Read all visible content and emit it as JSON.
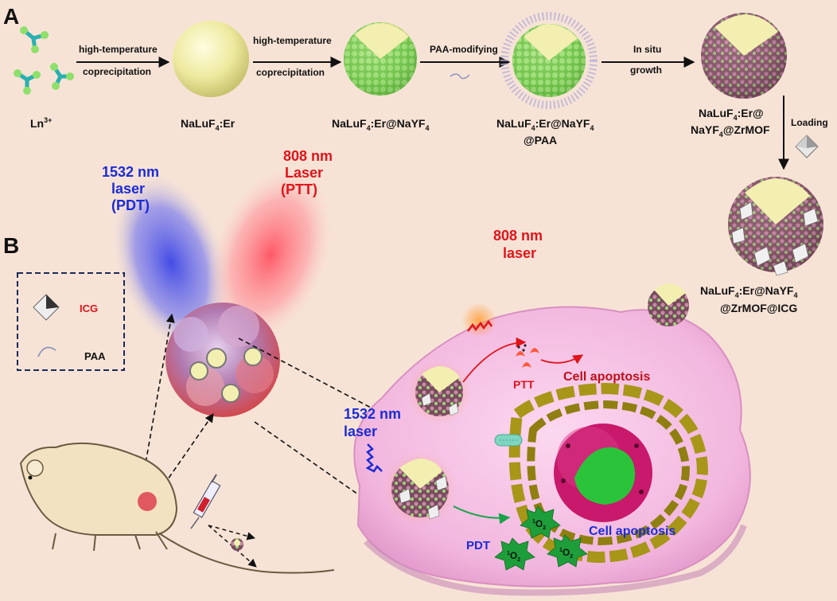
{
  "panel_a": {
    "label": "A",
    "ion_label": "Ln",
    "ion_sup": "3+",
    "step1_line1": "high-temperature",
    "step1_line2": "coprecipitation",
    "core_label": "NaLuF",
    "core_sub": "4",
    "core_suffix": ":Er",
    "step2_line1": "high-temperature",
    "step2_line2": "coprecipitation",
    "shell_label_pre": "NaLuF",
    "shell_label_sub1": "4",
    "shell_label_mid": ":Er@NaYF",
    "shell_label_sub2": "4",
    "step3_label": "PAA-modifying",
    "paa_label_l1_pre": "NaLuF",
    "paa_label_l1_sub1": "4",
    "paa_label_l1_mid": ":Er@NaYF",
    "paa_label_l1_sub2": "4",
    "paa_label_l2": "@PAA",
    "step4_line1": "In situ",
    "step4_line2": "growth",
    "mof_label_l1_pre": "NaLuF",
    "mof_label_l1_sub": "4",
    "mof_label_l1_suffix": ":Er@",
    "mof_label_l2_pre": "NaYF",
    "mof_label_l2_sub": "4",
    "mof_label_l2_suffix": "@ZrMOF",
    "step5_label": "Loading",
    "icg_label_l1_pre": "NaLuF",
    "icg_label_l1_sub1": "4",
    "icg_label_l1_mid": ":Er@NaYF",
    "icg_label_l1_sub2": "4",
    "icg_label_l2": "@ZrMOF@ICG"
  },
  "panel_b": {
    "label": "B",
    "laser1532_l1": "1532 nm",
    "laser1532_l2": "laser",
    "laser1532_l3": "(PDT)",
    "laser808_l1": "808 nm",
    "laser808_l2": "Laser",
    "laser808_l3": "(PTT)",
    "legend_icg": "ICG",
    "legend_paa": "PAA",
    "cell_laser808_l1": "808 nm",
    "cell_laser808_l2": "laser",
    "cell_laser1532_l1": "1532 nm",
    "cell_laser1532_l2": "laser",
    "ptt_label": "PTT",
    "apoptosis_top": "Cell apoptosis",
    "pdt_label": "PDT",
    "apoptosis_bottom": "Cell apoptosis",
    "singlet_oxygen_sup": "1",
    "singlet_oxygen_main": "O",
    "singlet_oxygen_sub": "2"
  },
  "colors": {
    "background": "#f7e3d6",
    "blue_text": "#1b2bd6",
    "red_text": "#e0141b",
    "cell_fill": "#f5bfe3",
    "core_yellow": "#f4f1b0",
    "shell_green": "#8bd36a",
    "nucleus": "#c8196c",
    "er_olive": "#a89618"
  }
}
